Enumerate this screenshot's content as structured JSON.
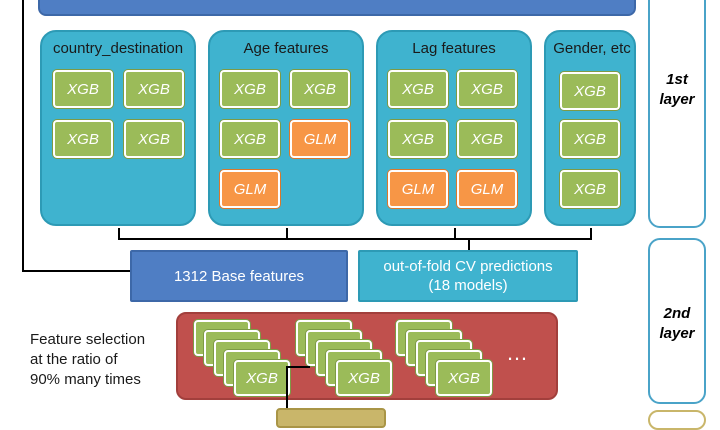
{
  "groups": [
    {
      "title": "country_destination",
      "models": [
        "XGB",
        "XGB",
        "XGB",
        "XGB"
      ]
    },
    {
      "title": "Age features",
      "models": [
        "XGB",
        "XGB",
        "XGB",
        "GLM",
        "GLM"
      ]
    },
    {
      "title": "Lag features",
      "models": [
        "XGB",
        "XGB",
        "XGB",
        "XGB",
        "GLM",
        "GLM"
      ]
    },
    {
      "title": "Gender, etc",
      "models": [
        "XGB",
        "XGB",
        "XGB"
      ]
    }
  ],
  "layers": {
    "first": "1st\nlayer",
    "first_a": "1st",
    "first_b": "layer",
    "second_a": "2nd",
    "second_b": "layer"
  },
  "base_features": "1312 Base features",
  "oof": {
    "line1": "out-of-fold CV predictions",
    "line2": "(18 models)"
  },
  "feature_selection": {
    "line1": "Feature selection",
    "line2": "at the ratio of",
    "line3": "90% many times"
  },
  "stack_label": "XGB",
  "ellipsis": "…",
  "colors": {
    "xgb": "#9bbb59",
    "glm": "#f79646",
    "group": "#3fb3cf",
    "base": "#4f7ec4",
    "red": "#c0504d"
  }
}
